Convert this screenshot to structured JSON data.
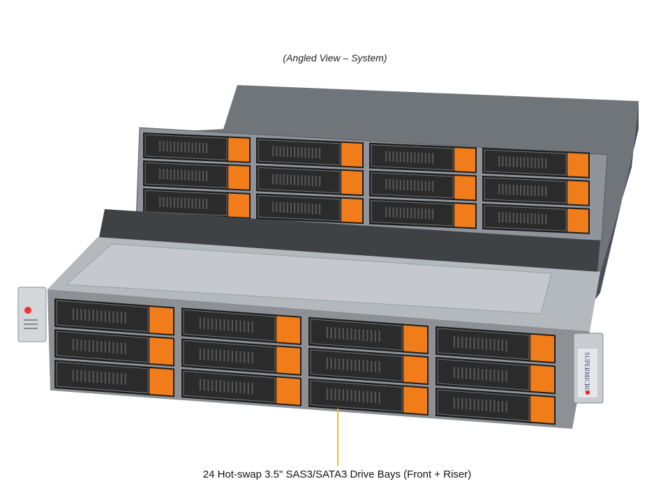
{
  "view_caption": "(Angled View – System)",
  "callout": {
    "label": "24 Hot-swap 3.5\" SAS3/SATA3 Drive Bays (Front + Riser)",
    "line_color": "#f2c300"
  },
  "product": {
    "logo": "SUPERMICRO",
    "front_bays": {
      "rows": 3,
      "columns": 4
    },
    "riser_bays": {
      "rows": 3,
      "columns": 4
    },
    "colors": {
      "drive_latch": "#f07d1a",
      "drive_tray": "#2b2b2b",
      "chassis": "#a8adb2",
      "lid": "#6f7479"
    }
  }
}
